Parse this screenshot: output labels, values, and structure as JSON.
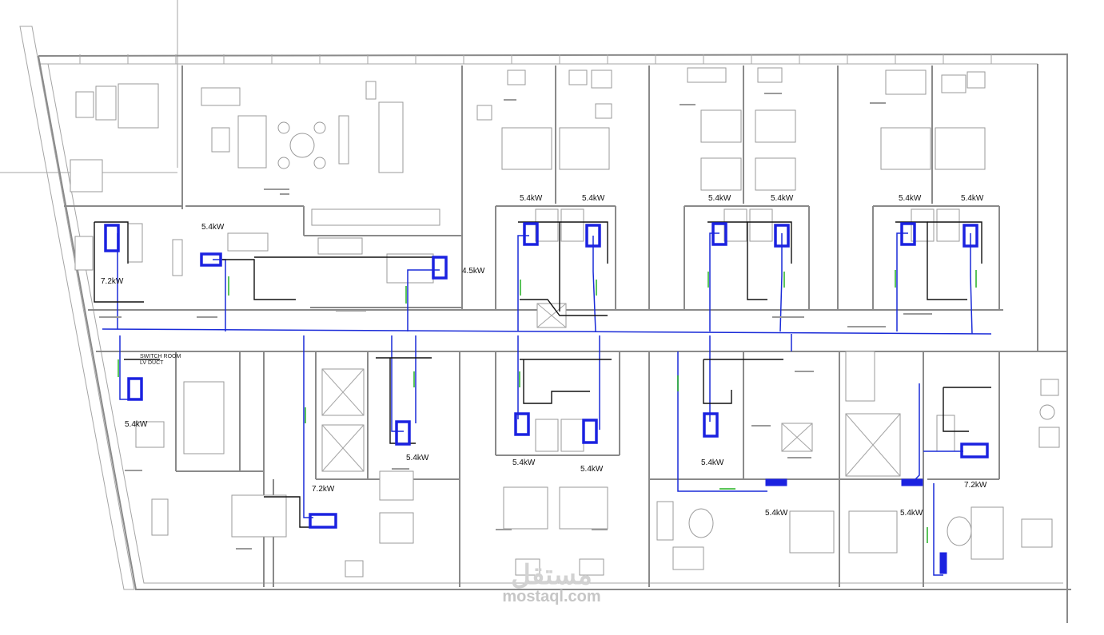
{
  "unit_labels": {
    "lv_left": "7.2kW",
    "lv_top": "5.4kW",
    "dining": "4.5kW",
    "ra_l": "5.4kW",
    "ra_r": "5.4kW",
    "rb_l": "5.4kW",
    "rb_r": "5.4kW",
    "rc_l": "5.4kW",
    "rc_r": "5.4kW",
    "switch": "5.4kW",
    "mid_lower": "5.4kW",
    "bed_lower": "7.2kW",
    "c_l": "5.4kW",
    "c_r": "5.4kW",
    "d_l": "5.4kW",
    "e_a": "5.4kW",
    "e_b": "5.4kW",
    "right": "7.2kW"
  },
  "room_notes": {
    "switch_room_1": "SWITCH ROOM",
    "switch_room_2": "LV DUCT"
  },
  "watermark": {
    "logo": "مستقل",
    "site": "mostaql.com"
  }
}
